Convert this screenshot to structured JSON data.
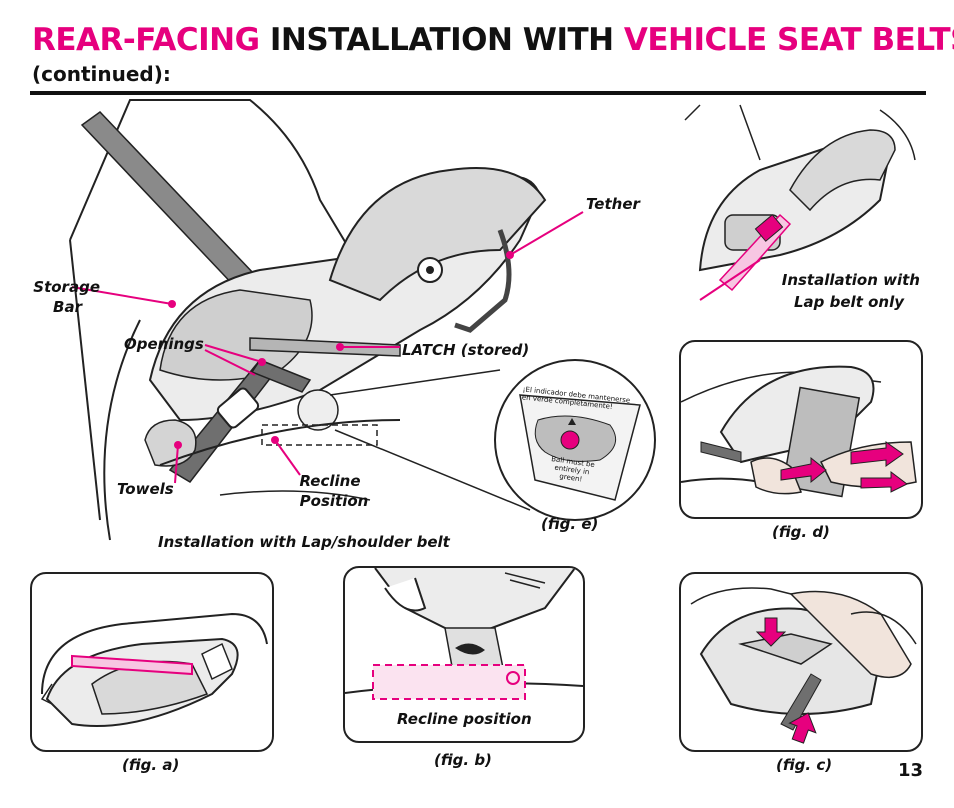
{
  "header": {
    "title_part1": "REAR-FACING",
    "title_part2": " INSTALLATION WITH ",
    "title_part3": "VEHICLE SEAT BELTS",
    "subtitle": "(continued):"
  },
  "labels": {
    "tether": "Tether",
    "storage_bar_1": "Storage",
    "storage_bar_2": "Bar",
    "openings": "Openings",
    "latch_stored": "LATCH (stored)",
    "towels": "Towels",
    "recline_position_1": "Recline",
    "recline_position_2": "Position",
    "lap_shoulder": "Installation with Lap/shoulder belt",
    "lap_only_1": "Installation with",
    "lap_only_2": "Lap belt only"
  },
  "indicator": {
    "line1": "¡El indicador debe mantenerse",
    "line2": "en verde completamente!",
    "line3": "Ball must be",
    "line4": "entirely in",
    "line5": "green!"
  },
  "captions": {
    "fig_a": "(fig. a)",
    "fig_b": "(fig. b)",
    "fig_c": "(fig. c)",
    "fig_d": "(fig. d)",
    "fig_e": "(fig. e)",
    "recline_position": "Recline position"
  },
  "page_number": "13",
  "colors": {
    "accent": "#e6007e",
    "ink": "#111111",
    "light_pink": "#f7c6e2"
  }
}
